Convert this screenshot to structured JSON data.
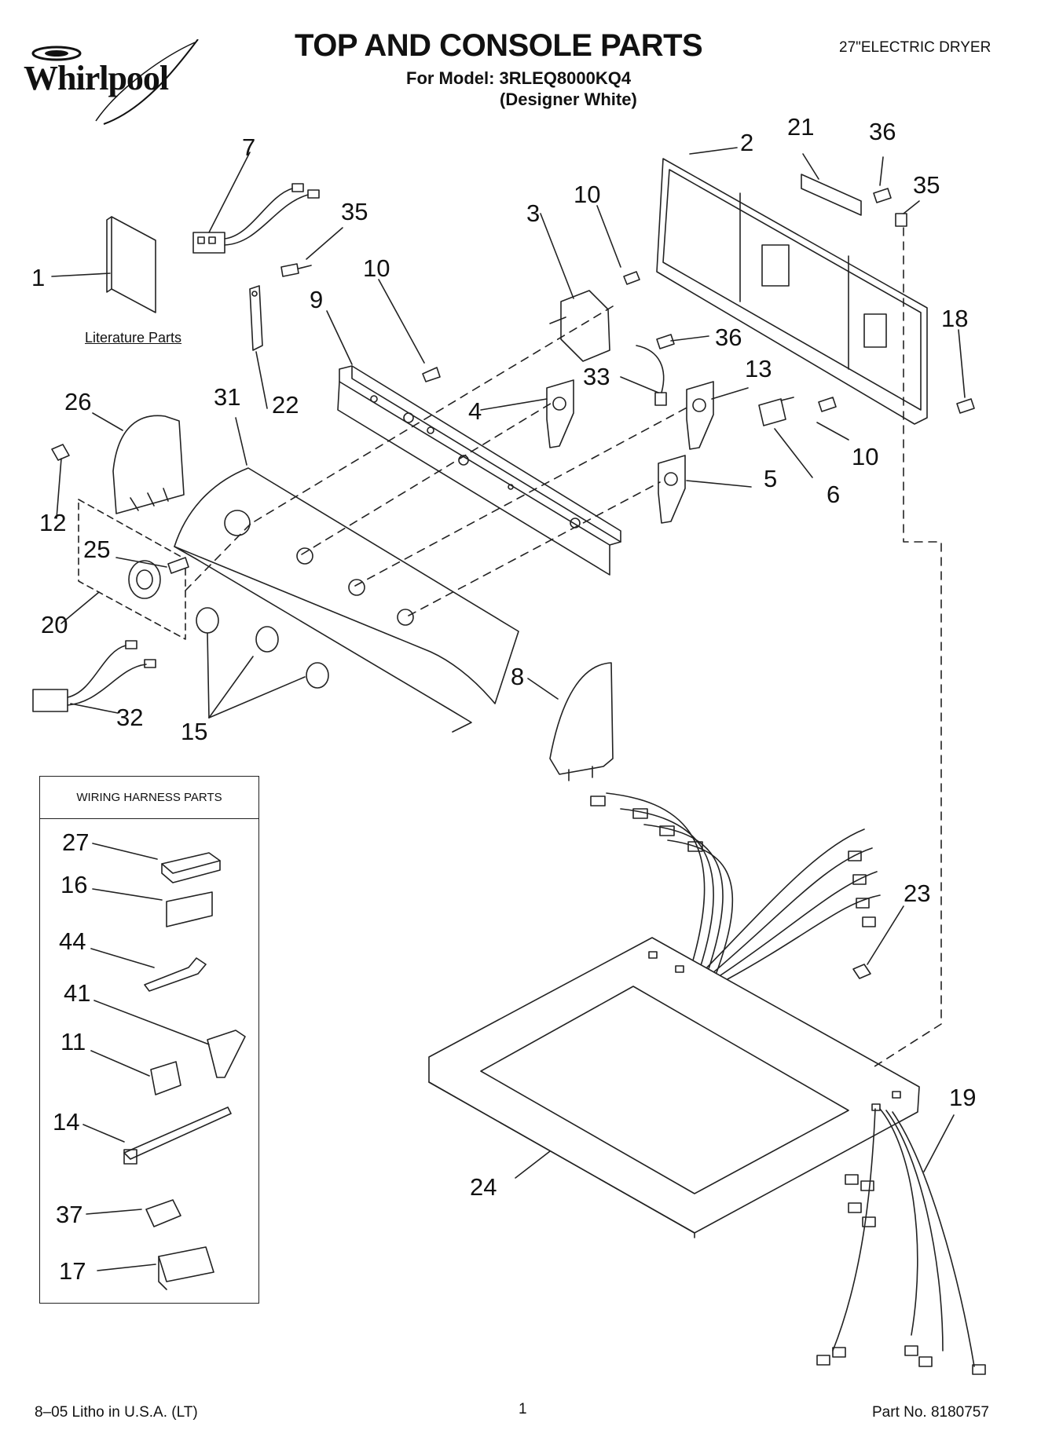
{
  "header": {
    "brand": "Whirlpool",
    "title": "TOP AND CONSOLE PARTS",
    "model_line": "For Model: 3RLEQ8000KQ4",
    "color_line": "(Designer White)",
    "product": "27\"ELECTRIC DRYER"
  },
  "literature_label": "Literature Parts",
  "wiring_box": {
    "title": "WIRING HARNESS PARTS",
    "callouts": [
      "27",
      "16",
      "44",
      "41",
      "11",
      "14",
      "37",
      "17"
    ]
  },
  "callouts": {
    "c1": "1",
    "c2": "2",
    "c3": "3",
    "c4": "4",
    "c5": "5",
    "c6": "6",
    "c7": "7",
    "c8": "8",
    "c9": "9",
    "c10a": "10",
    "c10b": "10",
    "c10c": "10",
    "c12": "12",
    "c13": "13",
    "c15": "15",
    "c18": "18",
    "c19": "19",
    "c20": "20",
    "c21": "21",
    "c22": "22",
    "c23": "23",
    "c24": "24",
    "c25": "25",
    "c26": "26",
    "c31": "31",
    "c32": "32",
    "c33": "33",
    "c35a": "35",
    "c35b": "35",
    "c36a": "36",
    "c36b": "36"
  },
  "footer": {
    "litho": "8–05 Litho in U.S.A. (LT)",
    "page": "1",
    "part_no": "Part No. 8180757"
  }
}
